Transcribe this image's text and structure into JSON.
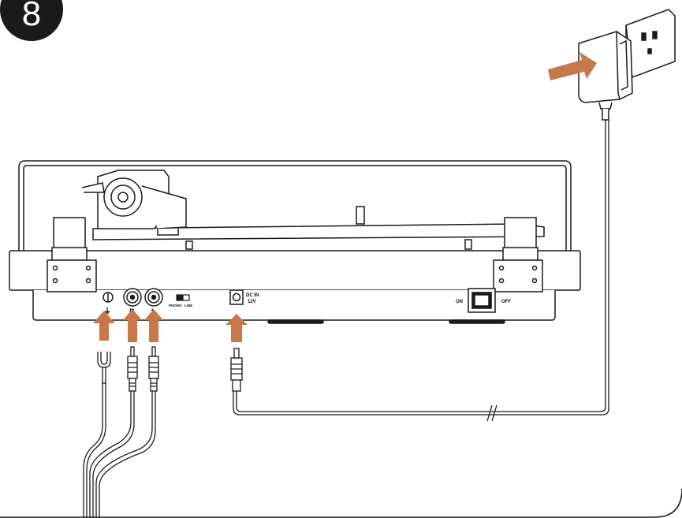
{
  "step": {
    "number": "8"
  },
  "panel": {
    "ground_symbol": "⏚",
    "rca_right": "R",
    "rca_left": "L",
    "selector_phono": "PHONO",
    "selector_line": "LINE",
    "dc_in_line1": "DC IN",
    "dc_in_line2": "12V",
    "switch_on": "ON",
    "switch_off": "OFF"
  },
  "colors": {
    "arrow": "#C8774A",
    "line": "#1a1a1a",
    "badge": "#1a1a1a"
  }
}
